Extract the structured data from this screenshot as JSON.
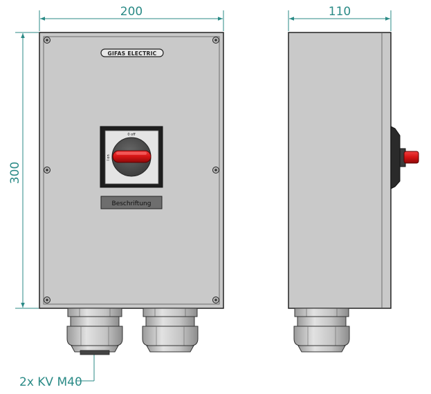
{
  "dimensions": {
    "width_front": "200",
    "width_side": "110",
    "height": "300",
    "gland_note": "2x KV M40"
  },
  "brand": "GIFAS ELECTRIC",
  "switch": {
    "label_top": "0 off",
    "label_left": "I on"
  },
  "label_plate": "Beschriftung",
  "colors": {
    "dimension_line": "#2a8a86",
    "housing": "#c9c9c9",
    "handle_red": "#d41414"
  }
}
